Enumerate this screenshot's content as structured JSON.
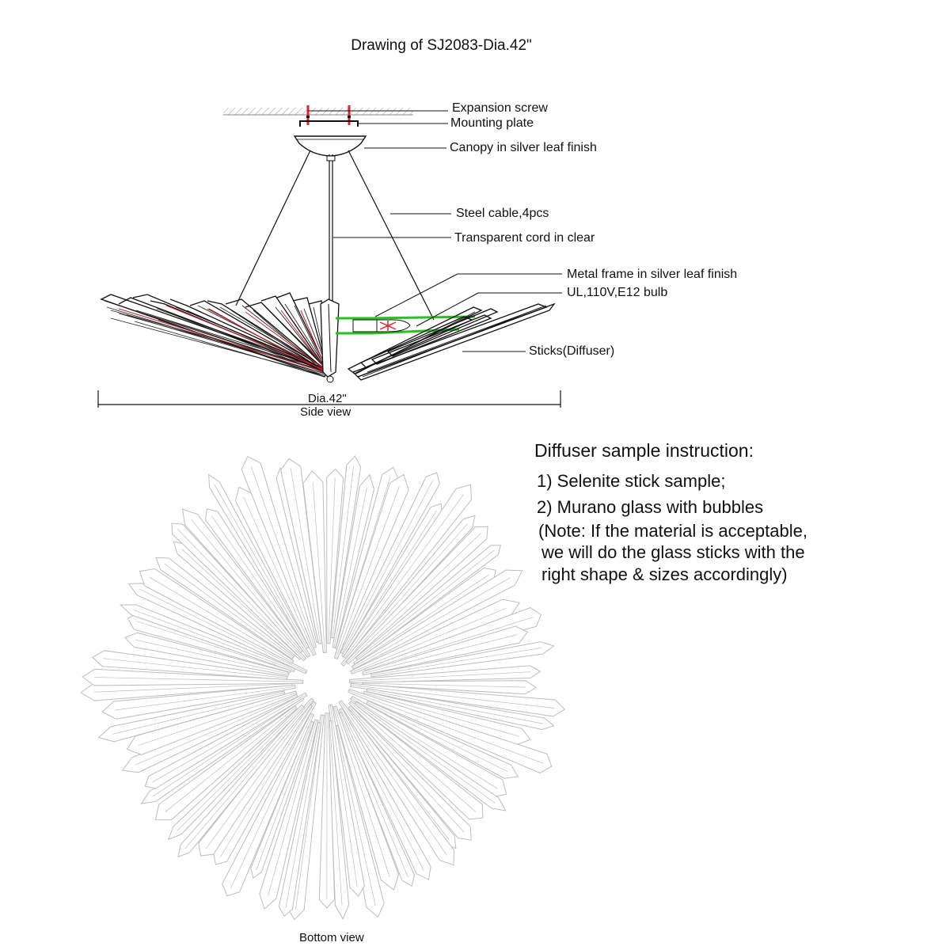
{
  "title": "Drawing of SJ2083-Dia.42\"",
  "callouts": {
    "expansion_screw": "Expansion screw",
    "mounting_plate": "Mounting plate",
    "canopy": "Canopy in silver leaf finish",
    "steel_cable": "Steel cable,4pcs",
    "transparent_cord": "Transparent cord in clear",
    "metal_frame": "Metal frame in silver leaf finish",
    "bulb": "UL,110V,E12 bulb",
    "sticks": "Sticks(Diffuser)"
  },
  "side_view": {
    "dimension": "Dia.42\"",
    "caption": "Side view"
  },
  "bottom_view": {
    "caption": "Bottom view"
  },
  "instructions": {
    "heading": "Diffuser sample instruction:",
    "lines": [
      "1) Selenite stick sample;",
      "2) Murano glass with bubbles",
      "(Note: If the material is acceptable,",
      "we will do the glass sticks with the",
      "right shape & sizes accordingly)"
    ]
  },
  "colors": {
    "line": "#111111",
    "screw_red": "#e8202a",
    "frame_green": "#27c21f",
    "stick_outline": "#bdbdbd"
  }
}
